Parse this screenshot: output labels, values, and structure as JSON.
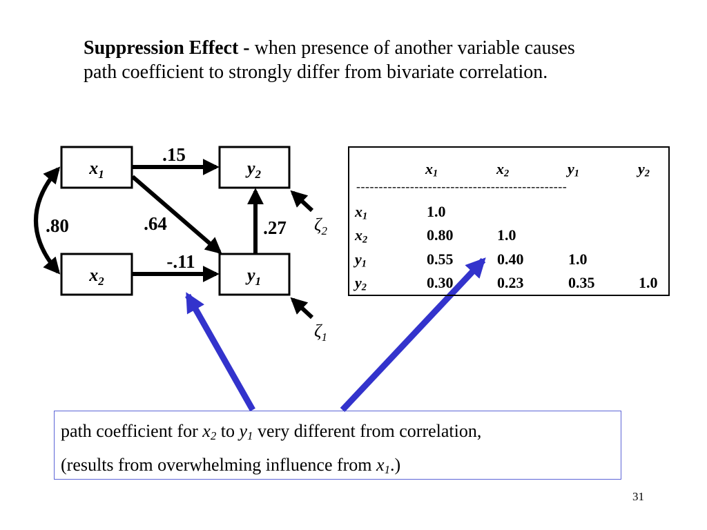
{
  "title": {
    "bold": "Suppression Effect -",
    "rest": " when presence of another variable causes path coefficient to strongly differ from bivariate correlation."
  },
  "diagram": {
    "nodes": {
      "x1": {
        "base": "x",
        "sub": "1"
      },
      "x2": {
        "base": "x",
        "sub": "2"
      },
      "y1": {
        "base": "y",
        "sub": "1"
      },
      "y2": {
        "base": "y",
        "sub": "2"
      }
    },
    "paths": {
      "x1_y2": ".15",
      "x1_y1": ".64",
      "x2_y1": "-.11",
      "y1_y2": ".27",
      "x1_x2_corr": ".80"
    },
    "disturbances": {
      "zeta2": {
        "base": "ζ",
        "sub": "2"
      },
      "zeta1": {
        "base": "ζ",
        "sub": "1"
      }
    },
    "colors": {
      "path": "#000000",
      "highlight_arrow": "#3333cc"
    }
  },
  "correlation_table": {
    "columns": [
      {
        "base": "x",
        "sub": "1"
      },
      {
        "base": "x",
        "sub": "2"
      },
      {
        "base": "y",
        "sub": "1"
      },
      {
        "base": "y",
        "sub": "2"
      }
    ],
    "separator": "-----------------------------------------------",
    "rows": [
      {
        "label": {
          "base": "x",
          "sub": "1"
        },
        "values": [
          "1.0"
        ]
      },
      {
        "label": {
          "base": "x",
          "sub": "2"
        },
        "values": [
          "0.80",
          "1.0"
        ]
      },
      {
        "label": {
          "base": "y",
          "sub": "1"
        },
        "values": [
          "0.55",
          "0.40",
          "1.0"
        ]
      },
      {
        "label": {
          "base": "y",
          "sub": "2"
        },
        "values": [
          "0.30",
          "0.23",
          "0.35",
          "1.0"
        ]
      }
    ]
  },
  "note": {
    "line1_a": "path coefficient for ",
    "line1_var1": {
      "base": "x",
      "sub": "2"
    },
    "line1_b": " to ",
    "line1_var2": {
      "base": "y",
      "sub": "1"
    },
    "line1_c": " very different from correlation,",
    "line2_a": "(results from overwhelming influence from ",
    "line2_var": {
      "base": "x",
      "sub": "1"
    },
    "line2_b": ".)",
    "border_color": "#5b63d6"
  },
  "page_number": "31"
}
